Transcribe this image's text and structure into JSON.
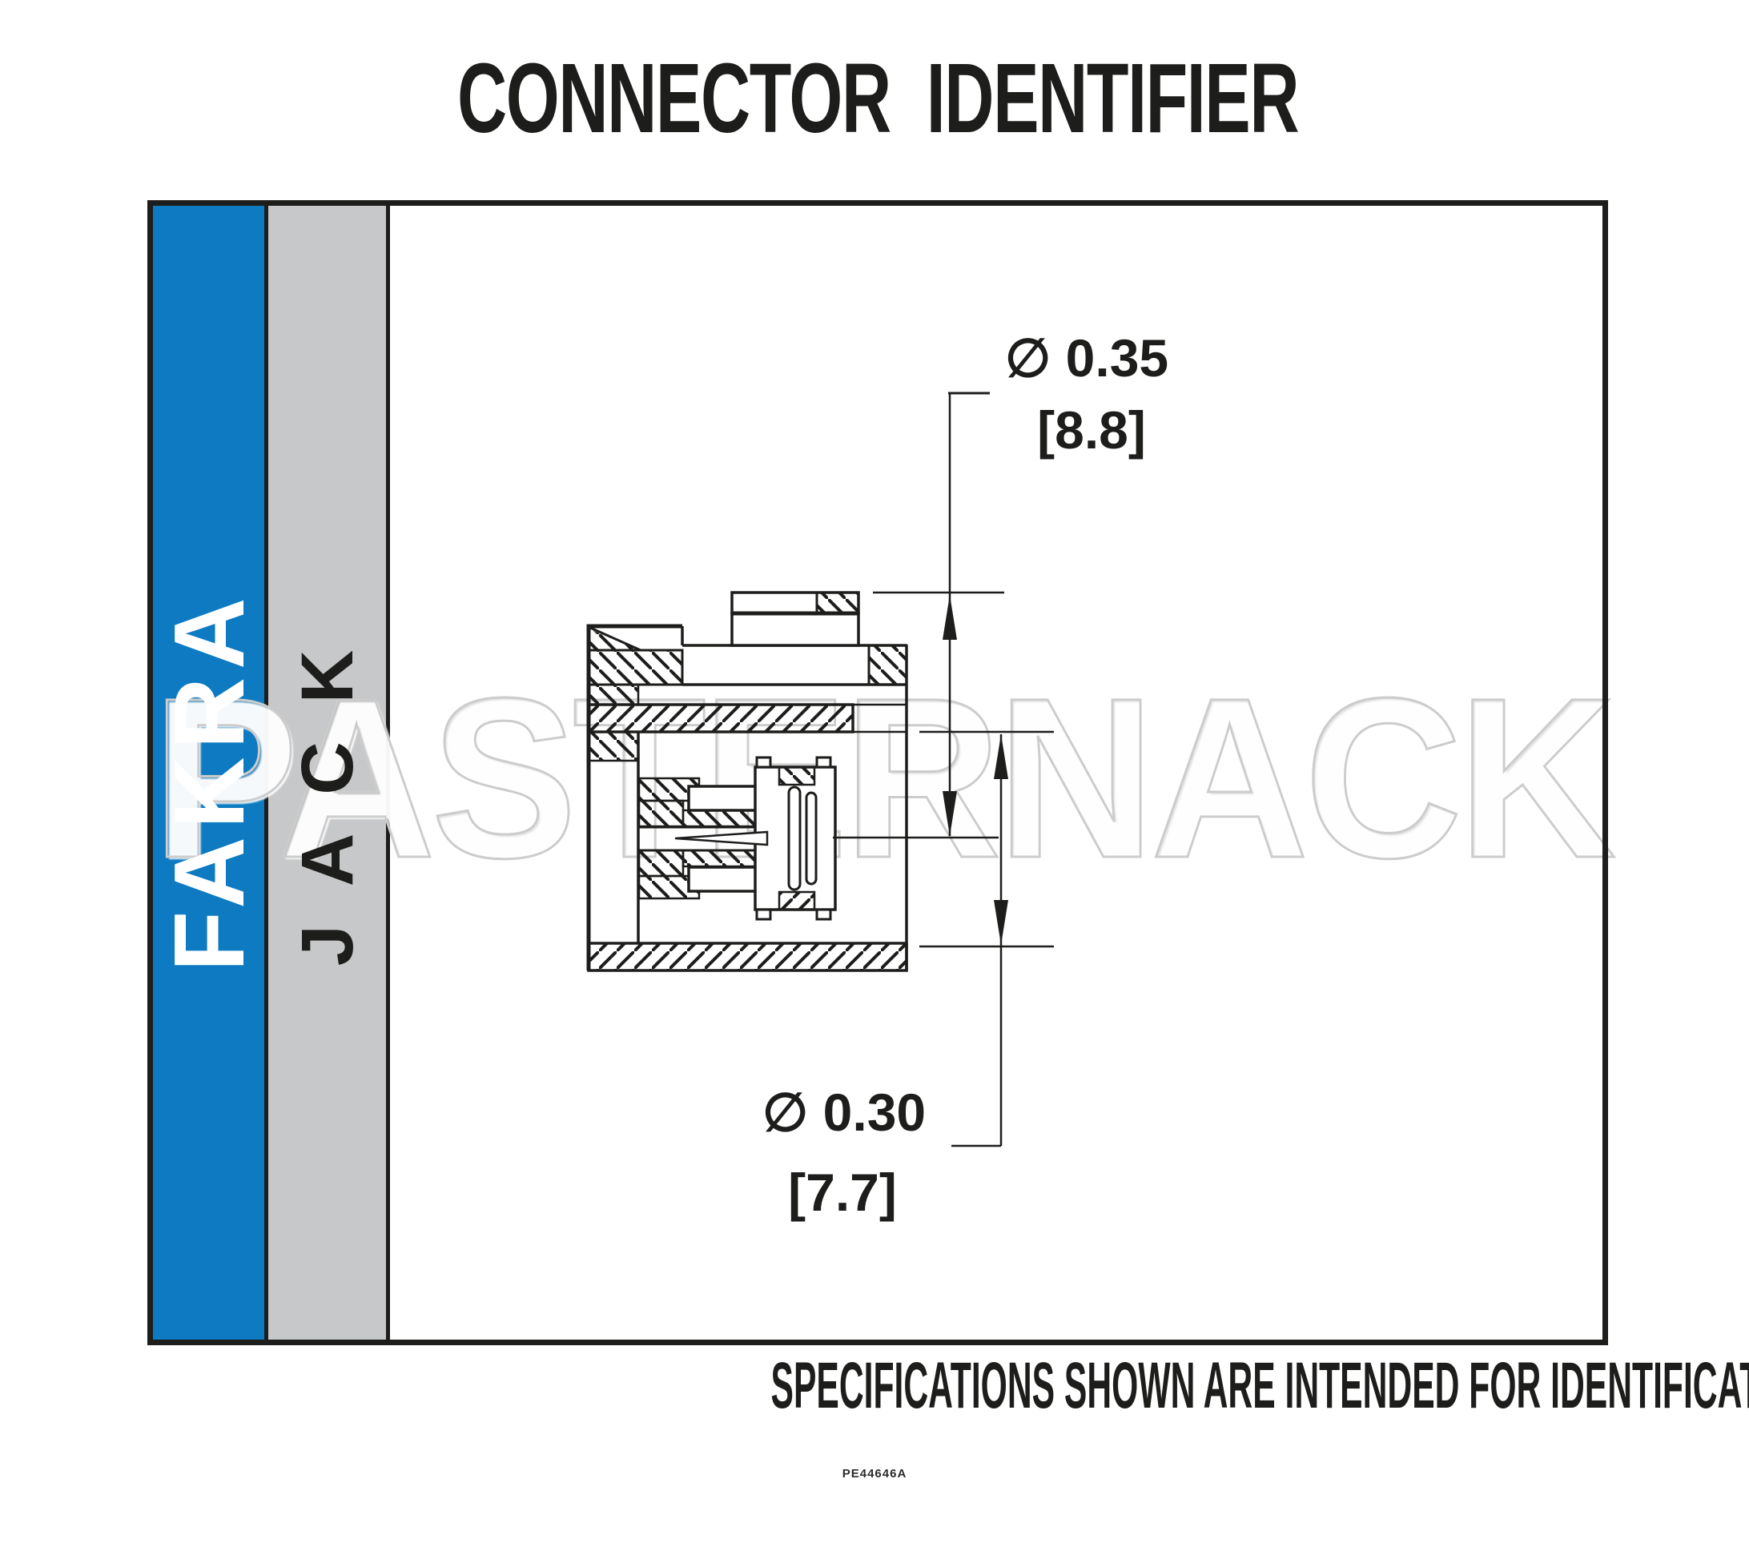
{
  "title": "CONNECTOR  IDENTIFIER",
  "side_panel": {
    "series_label": "FAKRA",
    "gender_label": "JACK"
  },
  "watermark_text": "PASTERNACK",
  "drawing": {
    "dim_top_inch": "∅ 0.35",
    "dim_top_mm": "[8.8]",
    "dim_bottom_inch": "∅ 0.30",
    "dim_bottom_mm": "[7.7]"
  },
  "footer": {
    "disclaimer": "SPECIFICATIONS SHOWN ARE INTENDED FOR IDENTIFICATION PURPOSES ONLY",
    "part_number": "PE44646A"
  },
  "colors": {
    "fakra_blue": "#0d7ac1",
    "band_gray": "#c7c8c9",
    "ink": "#1d1d1b",
    "watermark_gray": "#cccccc"
  }
}
